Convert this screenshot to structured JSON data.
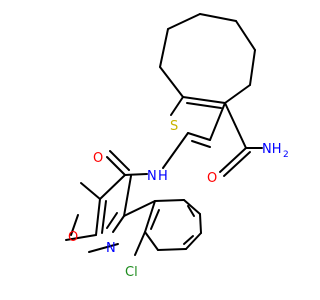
{
  "molecule": {
    "colors": {
      "bond": "#000000",
      "sulfur": "#c8b400",
      "oxygen": "#ff0000",
      "nitrogen": "#0000ff",
      "chlorine": "#1e8c1e"
    },
    "atoms": {
      "S": "S",
      "O_amide2": "O",
      "NH2": "NH",
      "NH2_sub": "2",
      "O_amide1": "O",
      "NH": "N",
      "NH_H": "H",
      "O_ring": "O",
      "N_ring": "N",
      "Cl": "Cl"
    }
  }
}
